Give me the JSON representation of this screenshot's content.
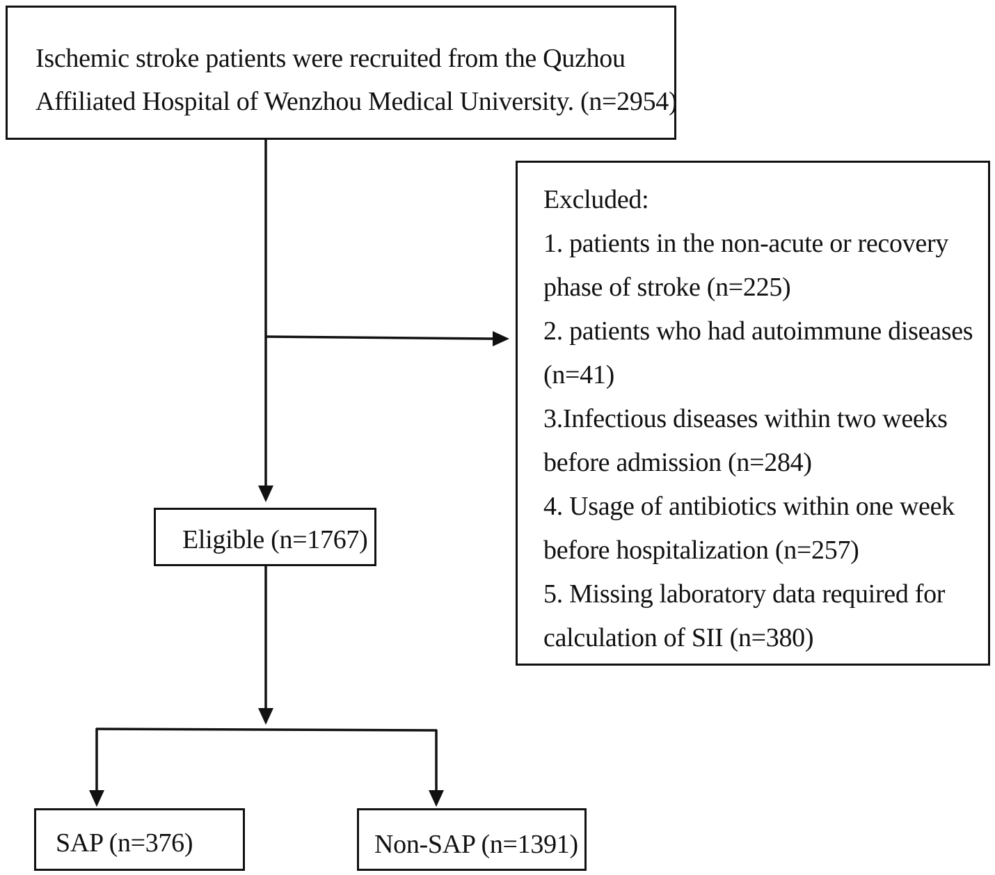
{
  "diagram": {
    "recruited": {
      "lines": [
        "Ischemic stroke patients were recruited from the Quzhou",
        "Affiliated Hospital of Wenzhou Medical University. (n=2954)"
      ]
    },
    "excluded": {
      "lines": [
        "Excluded:",
        "1. patients in the non-acute or recovery",
        "phase of stroke (n=225)",
        "2. patients who had autoimmune diseases",
        "(n=41)",
        "3.Infectious diseases within two weeks",
        "before admission (n=284)",
        "4. Usage of antibiotics within one week",
        "before hospitalization (n=257)",
        "5. Missing laboratory data required for",
        "calculation of SII (n=380)"
      ]
    },
    "eligible": {
      "label": "Eligible (n=1767)"
    },
    "sap": {
      "label": "SAP (n=376)"
    },
    "non_sap": {
      "label": "Non-SAP (n=1391)"
    },
    "line_color": "#111111"
  }
}
